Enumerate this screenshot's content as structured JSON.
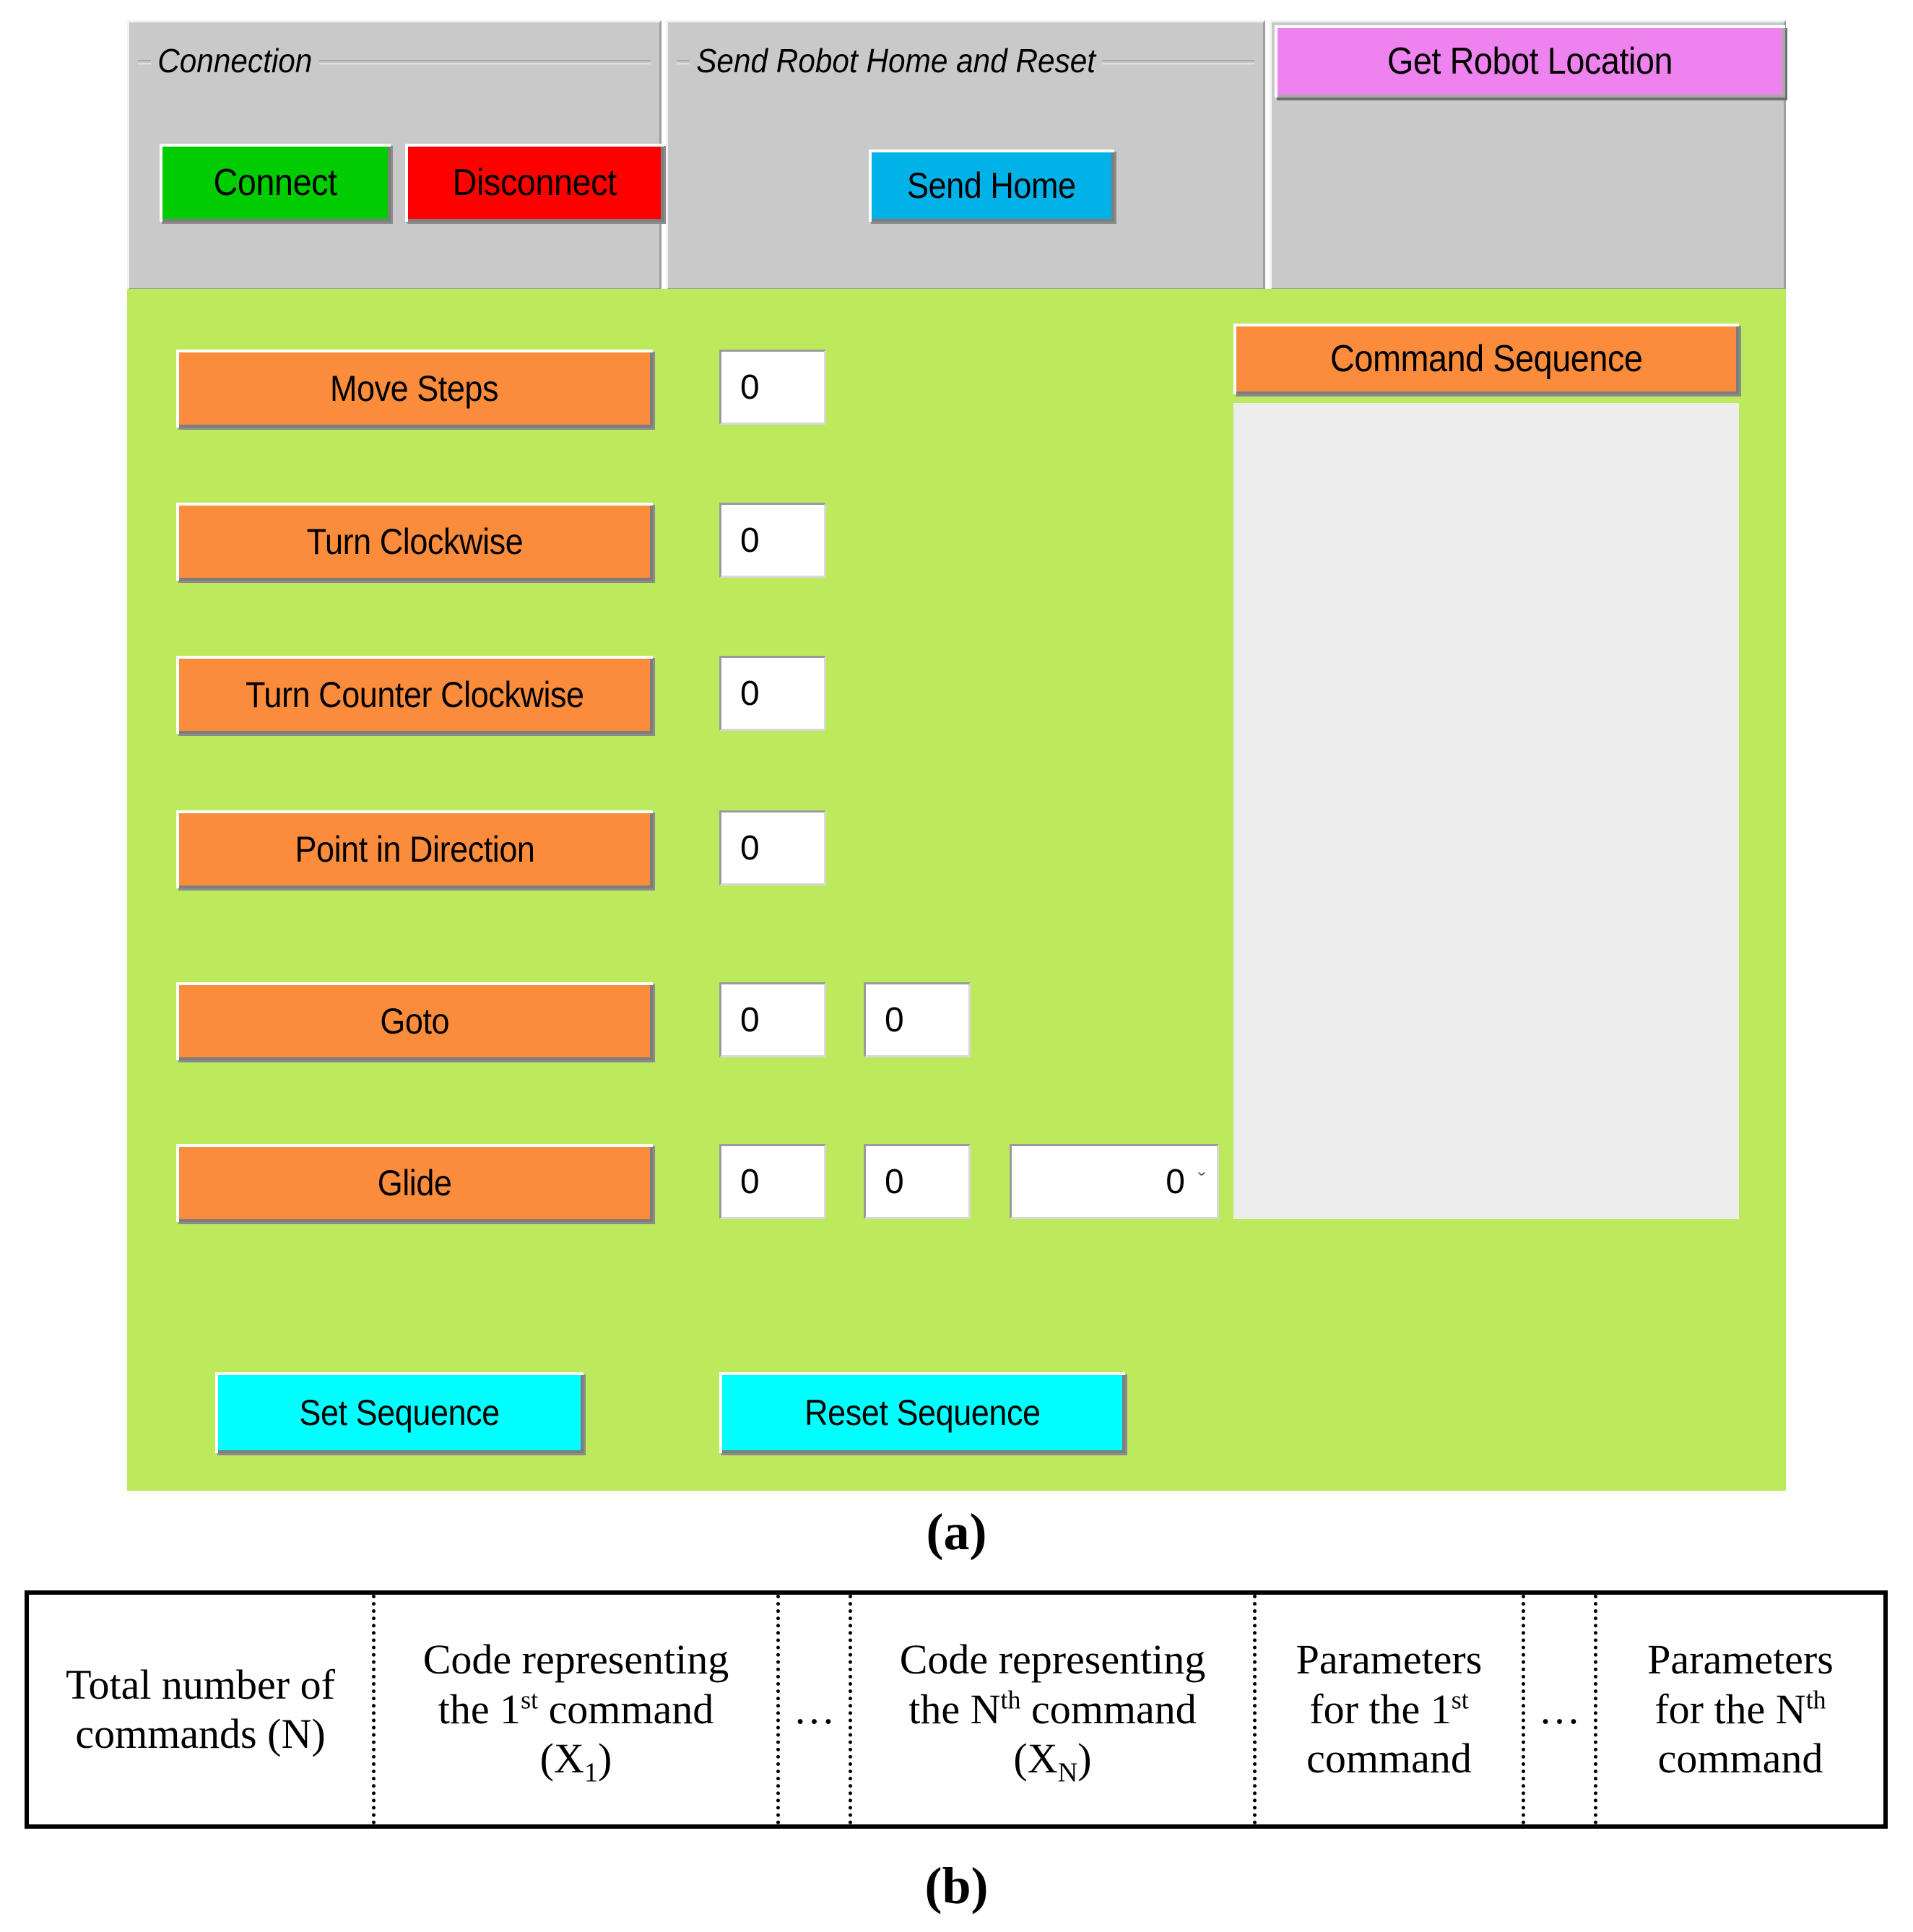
{
  "panel_a": {
    "groups": [
      {
        "legend": "Connection"
      },
      {
        "legend": "Send Robot Home and Reset"
      }
    ],
    "connect_label": "Connect",
    "disconnect_label": "Disconnect",
    "send_home_label": "Send Home",
    "get_robot_location_label": "Get Robot Location",
    "commands": [
      {
        "label": "Move Steps",
        "value_a": "0"
      },
      {
        "label": "Turn Clockwise",
        "value_a": "0"
      },
      {
        "label": "Turn Counter Clockwise",
        "value_a": "0"
      },
      {
        "label": "Point in Direction",
        "value_a": "0"
      },
      {
        "label": "Goto",
        "value_a": "0",
        "value_b": "0"
      },
      {
        "label": "Glide",
        "value_a": "0",
        "value_b": "0",
        "value_c": "0"
      }
    ],
    "combo_chevron": "ˇ",
    "set_sequence_label": "Set Sequence",
    "reset_sequence_label": "Reset Sequence",
    "command_sequence_label": "Command Sequence",
    "command_sequence_items": [],
    "colors": {
      "connect": "#00cc00",
      "disconnect": "#fe0000",
      "send_home": "#00b2e8",
      "get_robot_location": "#ee82ee",
      "command_button": "#fa8c3c",
      "sequence_button": "#00ffff",
      "panel_background": "#bcea5c",
      "group_background": "#c9c9c9",
      "listbox_background": "#ededed"
    }
  },
  "captions": {
    "a": "(a)",
    "b": "(b)"
  },
  "panel_b": {
    "cells": [
      {
        "line1": "Total number of",
        "line2": "commands (N)",
        "line3": ""
      },
      {
        "line1": "Code representing",
        "line2": "the 1st command",
        "line3": "(X1)"
      },
      {
        "line1": "…",
        "line2": "",
        "line3": ""
      },
      {
        "line1": "Code representing",
        "line2": "the Nth command",
        "line3": "(XN)"
      },
      {
        "line1": "Parameters",
        "line2": "for the 1st",
        "line3": "command"
      },
      {
        "line1": "…",
        "line2": "",
        "line3": ""
      },
      {
        "line1": "Parameters",
        "line2": "for the Nth",
        "line3": "command"
      }
    ]
  }
}
